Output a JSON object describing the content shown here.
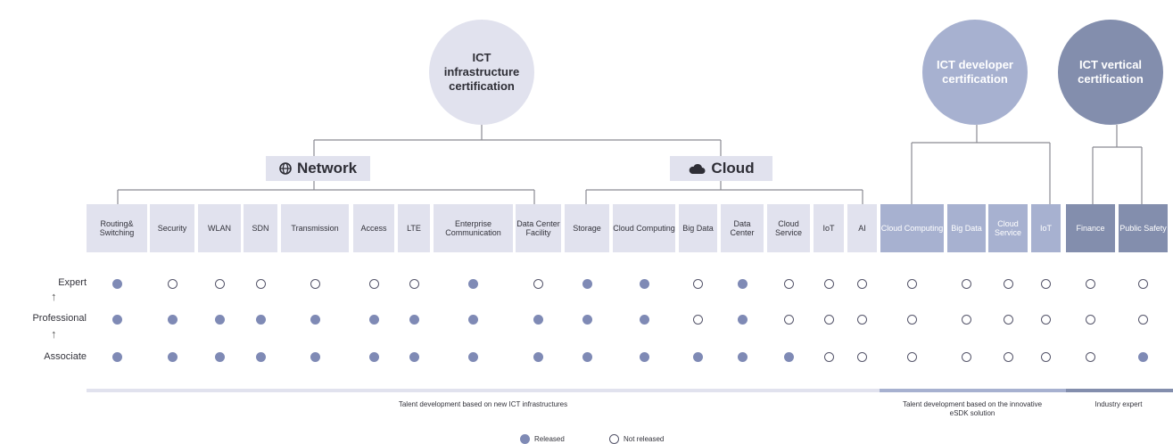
{
  "top": {
    "infra_title": "ICT infrastructure certification",
    "developer_title": "ICT developer certification",
    "vertical_title": "ICT vertical certification"
  },
  "categories": {
    "network": {
      "label": "Network",
      "icon": "globe-icon"
    },
    "cloud": {
      "label": "Cloud",
      "icon": "cloud-icon"
    }
  },
  "columns": [
    {
      "label": "Routing& Switching",
      "group": "infra",
      "levels": [
        "released",
        "released",
        "released"
      ]
    },
    {
      "label": "Security",
      "group": "infra",
      "levels": [
        "not",
        "released",
        "released"
      ]
    },
    {
      "label": "WLAN",
      "group": "infra",
      "levels": [
        "not",
        "released",
        "released"
      ]
    },
    {
      "label": "SDN",
      "group": "infra",
      "levels": [
        "not",
        "released",
        "released"
      ]
    },
    {
      "label": "Transmission",
      "group": "infra",
      "levels": [
        "not",
        "released",
        "released"
      ]
    },
    {
      "label": "Access",
      "group": "infra",
      "levels": [
        "not",
        "released",
        "released"
      ]
    },
    {
      "label": "LTE",
      "group": "infra",
      "levels": [
        "not",
        "released",
        "released"
      ]
    },
    {
      "label": "Enterprise Communication",
      "group": "infra",
      "levels": [
        "released",
        "released",
        "released"
      ]
    },
    {
      "label": "Data Center Facility",
      "group": "infra",
      "levels": [
        "not",
        "released",
        "released"
      ]
    },
    {
      "label": "Storage",
      "group": "infra",
      "levels": [
        "released",
        "released",
        "released"
      ]
    },
    {
      "label": "Cloud Computing",
      "group": "infra",
      "levels": [
        "released",
        "released",
        "released"
      ]
    },
    {
      "label": "Big Data",
      "group": "infra",
      "levels": [
        "not",
        "not",
        "released"
      ]
    },
    {
      "label": "Data Center",
      "group": "infra",
      "levels": [
        "released",
        "released",
        "released"
      ]
    },
    {
      "label": "Cloud Service",
      "group": "infra",
      "levels": [
        "not",
        "not",
        "released"
      ]
    },
    {
      "label": "IoT",
      "group": "infra",
      "levels": [
        "not",
        "not",
        "not"
      ]
    },
    {
      "label": "AI",
      "group": "infra",
      "levels": [
        "not",
        "not",
        "not"
      ]
    },
    {
      "label": "Cloud Computing",
      "group": "dev",
      "levels": [
        "not",
        "not",
        "not"
      ]
    },
    {
      "label": "Big Data",
      "group": "dev",
      "levels": [
        "not",
        "not",
        "not"
      ]
    },
    {
      "label": "Cloud Service",
      "group": "dev",
      "levels": [
        "not",
        "not",
        "not"
      ]
    },
    {
      "label": "IoT",
      "group": "dev",
      "levels": [
        "not",
        "not",
        "not"
      ]
    },
    {
      "label": "Finance",
      "group": "vert",
      "levels": [
        "not",
        "not",
        "not"
      ]
    },
    {
      "label": "Public Safety",
      "group": "vert",
      "levels": [
        "not",
        "not",
        "released"
      ]
    }
  ],
  "levels": [
    "Expert",
    "Professional",
    "Associate"
  ],
  "bottom": {
    "infra_text": "Talent development based on new ICT infrastructures",
    "dev_text": "Talent development based on the innovative eSDK solution",
    "vert_text": "Industry expert"
  },
  "legend": {
    "released": "Released",
    "not_released": "Not released"
  },
  "colors": {
    "infra": "#e1e2ee",
    "dev": "#a7b1d0",
    "vert": "#838ead",
    "released_dot": "#7f8ab5"
  }
}
